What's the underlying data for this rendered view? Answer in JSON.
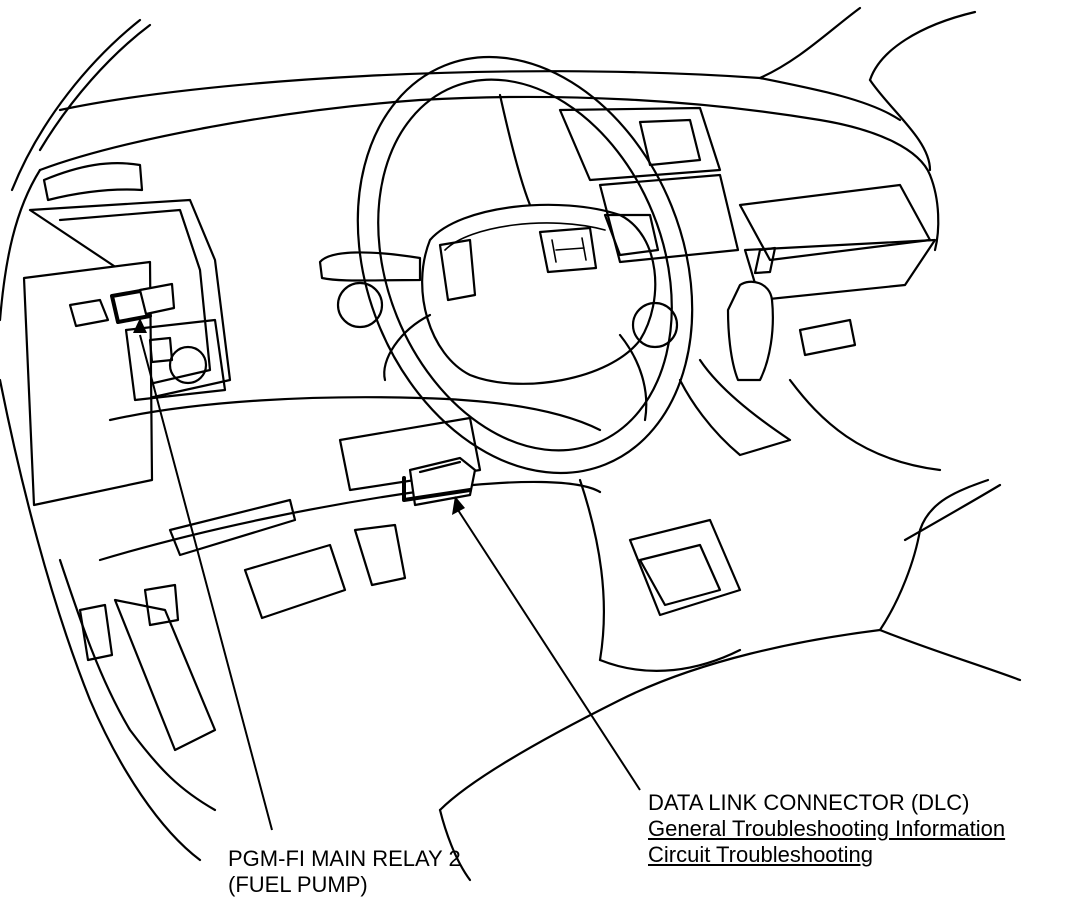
{
  "callouts": {
    "dlc": {
      "title": "DATA LINK CONNECTOR (DLC)",
      "links": [
        "General Troubleshooting Information",
        "Circuit Troubleshooting"
      ]
    },
    "relay": {
      "line1": "PGM-FI MAIN RELAY 2",
      "line2": "(FUEL PUMP)"
    }
  },
  "icons": {
    "brand_logo": "honda-logo-icon"
  }
}
